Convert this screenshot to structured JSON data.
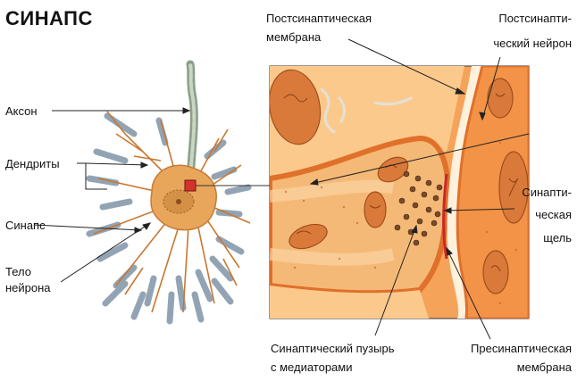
{
  "title": "СИНАПС",
  "labels": {
    "axon": "Аксон",
    "dendrites": "Дендриты",
    "synapse": "Синапс",
    "body_line1": "Тело",
    "body_line2": "нейрона",
    "post_membrane_line1": "Постсинаптическая",
    "post_membrane_line2": "мембрана",
    "post_neuron_line1": "Постсинапти-",
    "post_neuron_line2": "ческий нейрон",
    "cleft_line1": "Синапти-",
    "cleft_line2": "ческая",
    "cleft_line3": "щель",
    "vesicle_line1": "Синаптический пузырь",
    "vesicle_line2": "с медиаторами",
    "pre_membrane_line1": "Пресинаптическая",
    "pre_membrane_line2": "мембрана"
  },
  "colors": {
    "background": "#ffffff",
    "cytoplasm": "#f6a35a",
    "cell_light": "#fbc98c",
    "membrane": "#e0702a",
    "cleft": "#fff1dc",
    "neuron_body": "#e8a65a",
    "axon_sheath": "#a9b7a4",
    "line": "#222222"
  }
}
